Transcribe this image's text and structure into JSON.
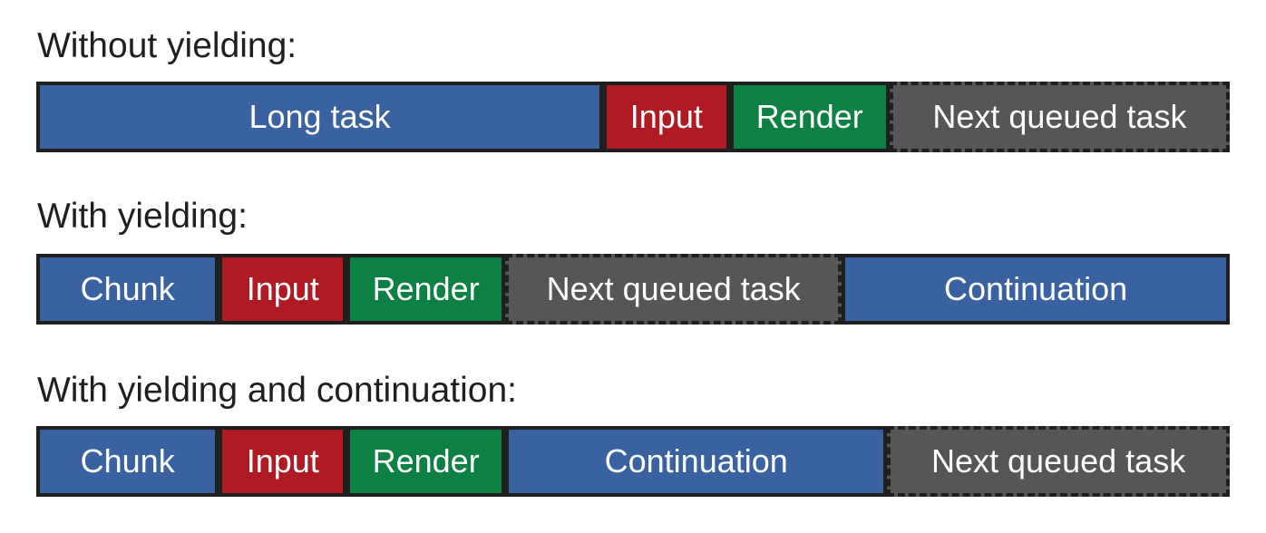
{
  "diagram": {
    "background": "#ffffff",
    "colors": {
      "blue": "#3b62a0",
      "red": "#af1a23",
      "green": "#0d8043",
      "gray": "#565658",
      "border": "#1f1f1f",
      "heading_text": "#1f1f1f",
      "segment_text": "#ffffff"
    },
    "rows": [
      {
        "label": "Without yielding:",
        "segments": [
          {
            "text": "Long task",
            "color": "blue",
            "width_pct": 47.5,
            "border": "solid"
          },
          {
            "text": "Input",
            "color": "red",
            "width_pct": 10.6,
            "border": "solid"
          },
          {
            "text": "Render",
            "color": "green",
            "width_pct": 13.4,
            "border": "solid"
          },
          {
            "text": "Next queued task",
            "color": "gray",
            "width_pct": 28.5,
            "border": "dashed"
          }
        ]
      },
      {
        "label": "With yielding:",
        "segments": [
          {
            "text": "Chunk",
            "color": "blue",
            "width_pct": 15.3,
            "border": "solid"
          },
          {
            "text": "Input",
            "color": "red",
            "width_pct": 10.7,
            "border": "solid"
          },
          {
            "text": "Render",
            "color": "green",
            "width_pct": 13.3,
            "border": "solid"
          },
          {
            "text": "Next queued task",
            "color": "gray",
            "width_pct": 28.2,
            "border": "dashed"
          },
          {
            "text": "Continuation",
            "color": "blue",
            "width_pct": 32.5,
            "border": "solid"
          }
        ]
      },
      {
        "label": "With yielding and continuation:",
        "segments": [
          {
            "text": "Chunk",
            "color": "blue",
            "width_pct": 15.3,
            "border": "solid"
          },
          {
            "text": "Input",
            "color": "red",
            "width_pct": 10.7,
            "border": "solid"
          },
          {
            "text": "Render",
            "color": "green",
            "width_pct": 13.3,
            "border": "solid"
          },
          {
            "text": "Continuation",
            "color": "blue",
            "width_pct": 32.0,
            "border": "solid"
          },
          {
            "text": "Next queued task",
            "color": "gray",
            "width_pct": 28.7,
            "border": "dashed"
          }
        ]
      }
    ]
  }
}
